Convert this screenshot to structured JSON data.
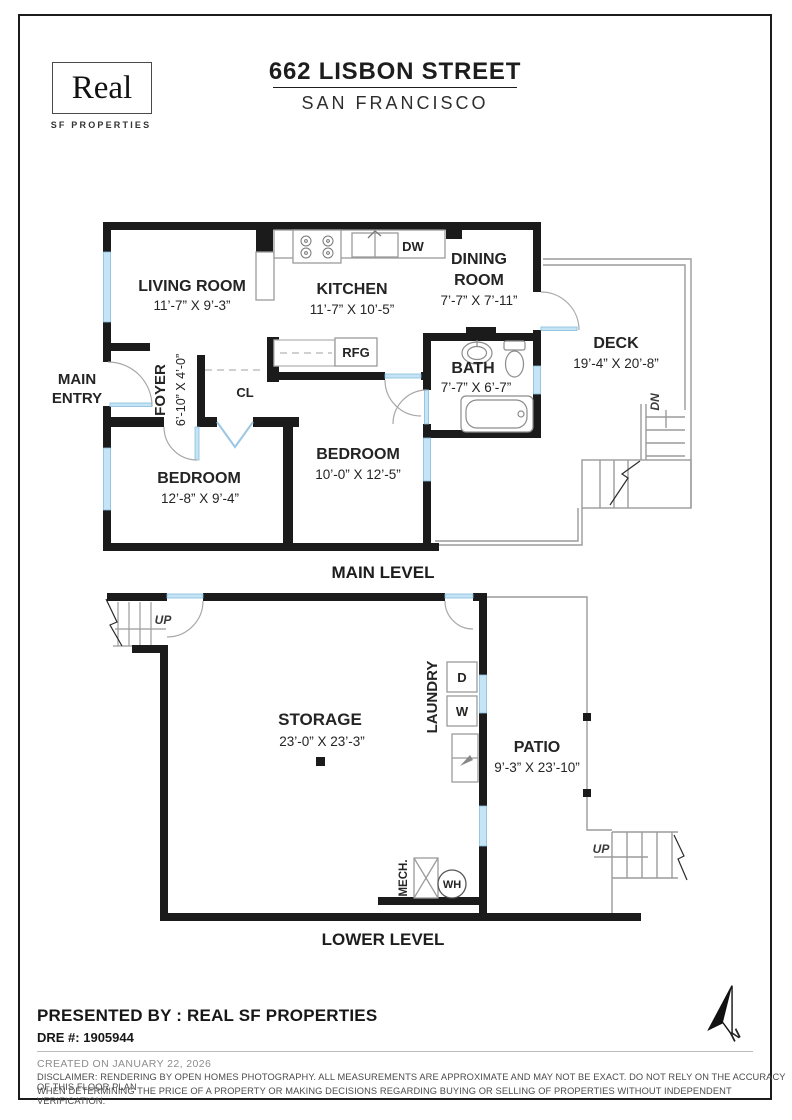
{
  "header": {
    "logo_name": "Real",
    "logo_subtitle": "SF PROPERTIES",
    "title_line1": "662 LISBON STREET",
    "title_line2": "SAN FRANCISCO"
  },
  "main_level": {
    "caption": "MAIN LEVEL",
    "rooms": {
      "living": {
        "name": "LIVING ROOM",
        "dims": "11’-7” X 9’-3”"
      },
      "kitchen": {
        "name": "KITCHEN",
        "dims": "11’-7” X 10’-5”"
      },
      "dining": {
        "name_l1": "DINING",
        "name_l2": "ROOM",
        "dims": "7’-7” X 7’-11”"
      },
      "deck": {
        "name": "DECK",
        "dims": "19’-4” X 20’-8”"
      },
      "bath": {
        "name": "BATH",
        "dims": "7’-7” X 6’-7”"
      },
      "foyer": {
        "name": "FOYER",
        "dims": "6’-10” X 4’-0”"
      },
      "entry": {
        "l1": "MAIN",
        "l2": "ENTRY"
      },
      "closet": {
        "name": "CL"
      },
      "bedroom1": {
        "name": "BEDROOM",
        "dims": "12’-8” X 9’-4”"
      },
      "bedroom2": {
        "name": "BEDROOM",
        "dims": "10’-0” X 12’-5”"
      }
    },
    "labels": {
      "dw": "DW",
      "rfg": "RFG",
      "dn": "DN"
    }
  },
  "lower_level": {
    "caption": "LOWER LEVEL",
    "rooms": {
      "storage": {
        "name": "STORAGE",
        "dims": "23’-0” X 23’-3”"
      },
      "patio": {
        "name": "PATIO",
        "dims": "9’-3” X 23’-10”"
      },
      "laundry": {
        "name": "LAUNDRY"
      },
      "mech": {
        "name": "MECH."
      }
    },
    "labels": {
      "up_top": "UP",
      "up_patio": "UP",
      "dryer": "D",
      "washer": "W",
      "water_heater": "WH"
    }
  },
  "footer": {
    "presented_by": "PRESENTED BY : REAL SF PROPERTIES",
    "dre": "DRE #: 1905944",
    "created": "CREATED ON JANUARY 22, 2026",
    "disclaimer_l1": "DISCLAIMER: RENDERING BY OPEN HOMES PHOTOGRAPHY. ALL MEASUREMENTS ARE APPROXIMATE AND MAY NOT BE EXACT. DO NOT RELY ON THE ACCURACY OF THIS FLOOR PLAN",
    "disclaimer_l2": "WHEN DETERMINING THE PRICE OF A PROPERTY OR MAKING DECISIONS REGARDING BUYING OR SELLING OF PROPERTIES WITHOUT INDEPENDENT VERIFICATION.",
    "north": "N"
  },
  "colors": {
    "wall": "#1b1b1b",
    "window": "#c5e4f5",
    "thin_line": "#9b9b9b"
  }
}
